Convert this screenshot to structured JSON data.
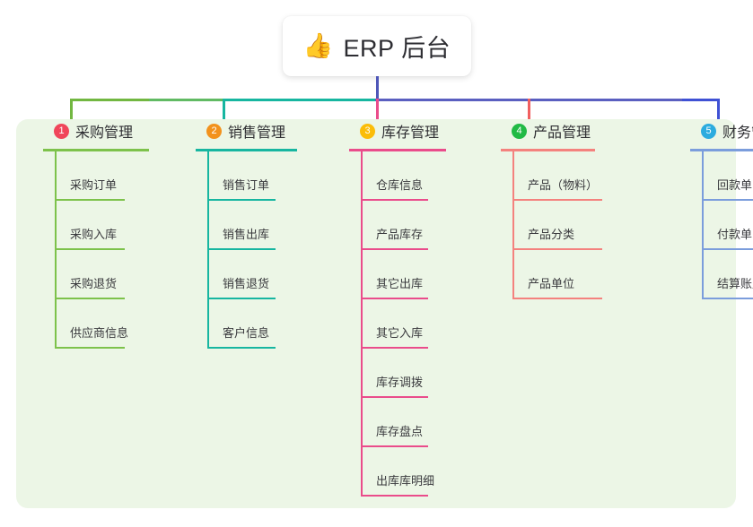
{
  "root": {
    "icon": "thumbs-up-icon",
    "emoji": "👍",
    "title": "ERP 后台"
  },
  "palette": {
    "panel_bg": "#ecf6e6",
    "stem": "#4e56b8",
    "bus_green": "#72b741",
    "bus_teal": "#17b6a0",
    "bus_blue": "#5a5fc0",
    "col1": "#7dc24b",
    "col2": "#17b6a0",
    "col3": "#ea4c8b",
    "col4": "#f4827e",
    "col5": "#7b9ddc",
    "badge1": "#f0465a",
    "badge2": "#f2921d",
    "badge3": "#fbbd08",
    "badge4": "#21ba45",
    "badge5": "#2cacdf"
  },
  "columns": [
    {
      "number": "1",
      "title": "采购管理",
      "badge_color": "#f0465a",
      "line_color": "#7dc24b",
      "items": [
        "采购订单",
        "采购入库",
        "采购退货",
        "供应商信息"
      ]
    },
    {
      "number": "2",
      "title": "销售管理",
      "badge_color": "#f2921d",
      "line_color": "#17b6a0",
      "items": [
        "销售订单",
        "销售出库",
        "销售退货",
        "客户信息"
      ]
    },
    {
      "number": "3",
      "title": "库存管理",
      "badge_color": "#fbbd08",
      "line_color": "#ea4c8b",
      "items": [
        "仓库信息",
        "产品库存",
        "其它出库",
        "其它入库",
        "库存调拨",
        "库存盘点",
        "出库库明细"
      ]
    },
    {
      "number": "4",
      "title": "产品管理",
      "badge_color": "#21ba45",
      "line_color": "#f4827e",
      "items": [
        "产品（物料）",
        "产品分类",
        "产品单位"
      ]
    },
    {
      "number": "5",
      "title": "财务管理",
      "badge_color": "#2cacdf",
      "line_color": "#7b9ddc",
      "items": [
        "回款单",
        "付款单",
        "结算账户"
      ]
    }
  ]
}
